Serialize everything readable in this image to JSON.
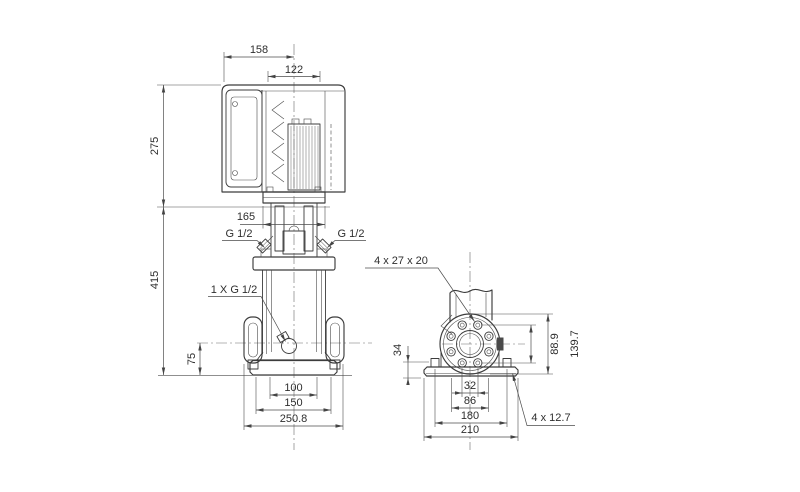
{
  "colors": {
    "background": "#ffffff",
    "line_color": "#3c3c3c",
    "dimension_color": "#4c4c4c",
    "text_color": "#2e2e2e"
  },
  "front_view": {
    "dimensions": {
      "box_to_center": "158",
      "motor_width": "122",
      "motor_height": "275",
      "coupling_width": "165",
      "plug_left": "G 1/2",
      "plug_right": "G 1/2",
      "pump_height": "415",
      "drain_port": "1 X G 1/2",
      "port_height": "75",
      "bolt_spacing": "100",
      "base_length": "150",
      "overall_depth": "250.8"
    }
  },
  "side_view": {
    "dimensions": {
      "flange_hole_note": "4 x 27 x 20",
      "base_height": "34",
      "coupling_diameter": "88.9",
      "flange_diameter": "139.7",
      "port_bolt_spacing": "32",
      "chamber_width": "86",
      "base_bolt_spacing": "180",
      "base_width": "210",
      "base_hole_note": "4 x 12.7"
    }
  }
}
